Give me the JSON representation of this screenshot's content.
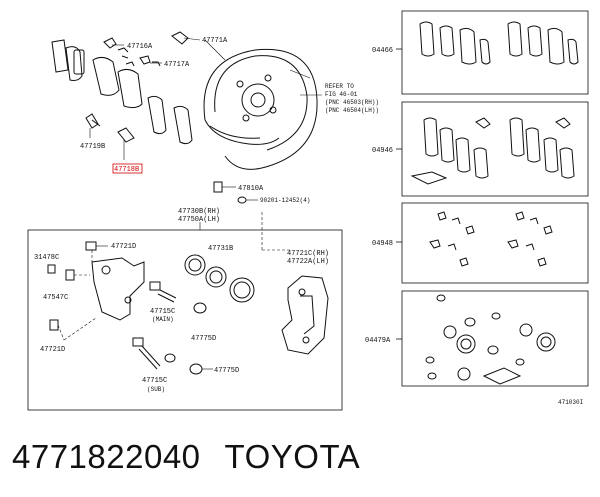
{
  "diagram": {
    "labels": {
      "p47716A": "47716A",
      "p47771A": "47771A",
      "p47717A": "47717A",
      "refer_to": "REFER TO",
      "fig": "FIG 46-01",
      "pnc_rh": "(PNC 46503(RH))",
      "pnc_lh": "(PNC 46504(LH))",
      "p47719B": "47719B",
      "p47718B": "47718B",
      "p47810A": "47810A",
      "p90201": "90201-12452(4)",
      "p47730B": "47730B(RH)",
      "p47750A": "47750A(LH)",
      "p31478C": "31478C",
      "p47721D_top": "47721D",
      "p47731B": "47731B",
      "p47721C": "47721C(RH)",
      "p47722A": "47722A(LH)",
      "p47547C": "47547C",
      "p47715C_main": "47715C",
      "main": "(MAIN)",
      "p47775D_a": "47775D",
      "p47721D_bot": "47721D",
      "p47715C_sub": "47715C",
      "sub": "(SUB)",
      "p47775D_b": "47775D",
      "p04466": "04466",
      "p04946": "04946",
      "p04948": "04948",
      "p04479A": "04479A",
      "figure_code": "471030I"
    }
  },
  "footer": {
    "part_number": "4771822040",
    "brand": "TOYOTA"
  },
  "colors": {
    "highlight": "#d40000",
    "line": "#111111"
  }
}
